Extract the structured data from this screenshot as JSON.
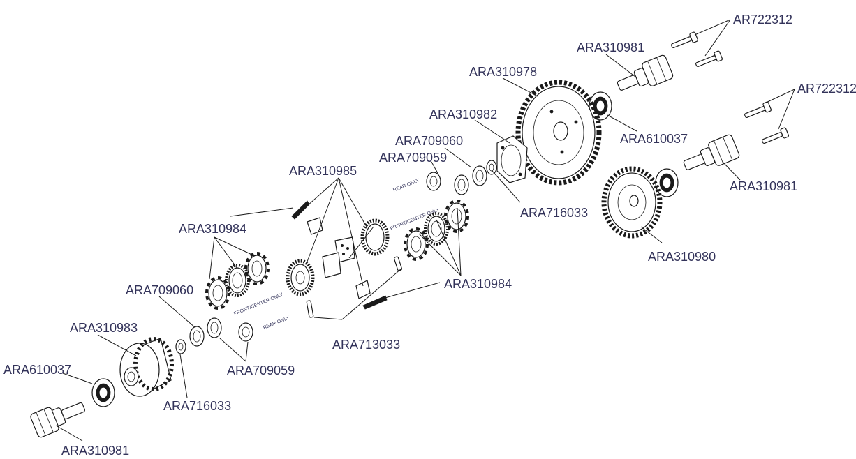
{
  "labels": {
    "ar722312_top": "AR722312",
    "ara310981_top": "ARA310981",
    "ara310978": "ARA310978",
    "ar722312_right": "AR722312",
    "ara310982": "ARA310982",
    "ara610037_right": "ARA610037",
    "ara709060_right": "ARA709060",
    "ara709059_right": "ARA709059",
    "ara310981_right": "ARA310981",
    "ara310985": "ARA310985",
    "ara716033_right": "ARA716033",
    "ara310984_left": "ARA310984",
    "ara310980": "ARA310980",
    "ara310984_right": "ARA310984",
    "ara709060_left": "ARA709060",
    "ara310983": "ARA310983",
    "ara713033": "ARA713033",
    "ara610037_left": "ARA610037",
    "ara709059_left": "ARA709059",
    "ara716033_left": "ARA716033",
    "ara310981_bottom": "ARA310981"
  },
  "notes": {
    "rear_only_right": "REAR ONLY",
    "front_center_only_right": "FRONT/CENTER ONLY",
    "front_center_only_left": "FRONT/CENTER ONLY",
    "rear_only_left": "REAR ONLY"
  },
  "colors": {
    "label": "#33335a",
    "line": "#1a1a1a"
  }
}
